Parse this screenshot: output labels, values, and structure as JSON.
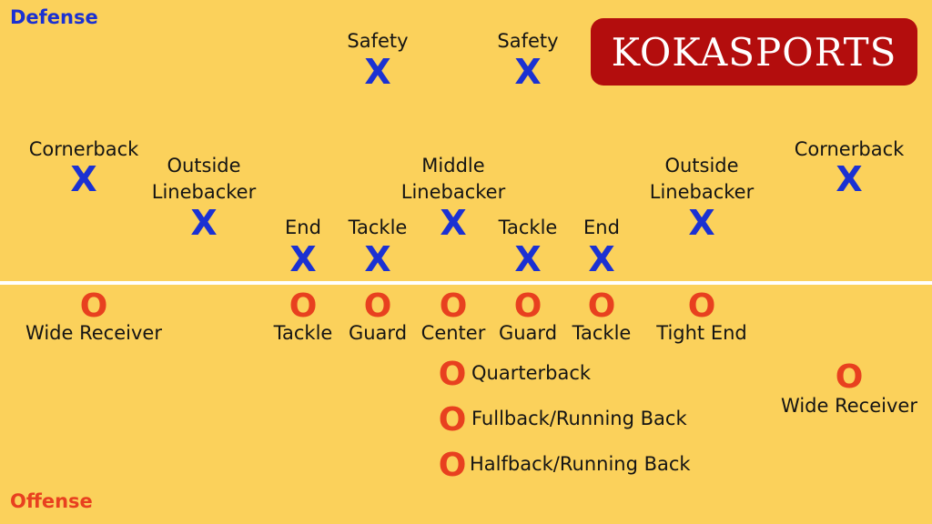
{
  "colors": {
    "background": "#fbd15b",
    "defense": "#1b31d2",
    "offense": "#e8401f",
    "line": "#ffffff",
    "logo_bg": "#b30d0d"
  },
  "defense_label": "Defense",
  "offense_label": "Offense",
  "logo_text": "KOKASPORTS",
  "defense": [
    {
      "label": "Safety",
      "symbol": "X"
    },
    {
      "label": "Safety",
      "symbol": "X"
    },
    {
      "label": "Cornerback",
      "symbol": "X"
    },
    {
      "label": "Outside\nLinebacker",
      "symbol": "X"
    },
    {
      "label": "Middle\nLinebacker",
      "symbol": "X"
    },
    {
      "label": "Outside\nLinebacker",
      "symbol": "X"
    },
    {
      "label": "Cornerback",
      "symbol": "X"
    },
    {
      "label": "End",
      "symbol": "X"
    },
    {
      "label": "Tackle",
      "symbol": "X"
    },
    {
      "label": "Tackle",
      "symbol": "X"
    },
    {
      "label": "End",
      "symbol": "X"
    }
  ],
  "offense": [
    {
      "label": "Wide Receiver",
      "symbol": "O"
    },
    {
      "label": "Tackle",
      "symbol": "O"
    },
    {
      "label": "Guard",
      "symbol": "O"
    },
    {
      "label": "Center",
      "symbol": "O"
    },
    {
      "label": "Guard",
      "symbol": "O"
    },
    {
      "label": "Tackle",
      "symbol": "O"
    },
    {
      "label": "Tight End",
      "symbol": "O"
    },
    {
      "label": "Quarterback",
      "symbol": "O"
    },
    {
      "label": "Fullback/Running Back",
      "symbol": "O"
    },
    {
      "label": "Halfback/Running Back",
      "symbol": "O"
    },
    {
      "label": "Wide Receiver",
      "symbol": "O"
    }
  ]
}
